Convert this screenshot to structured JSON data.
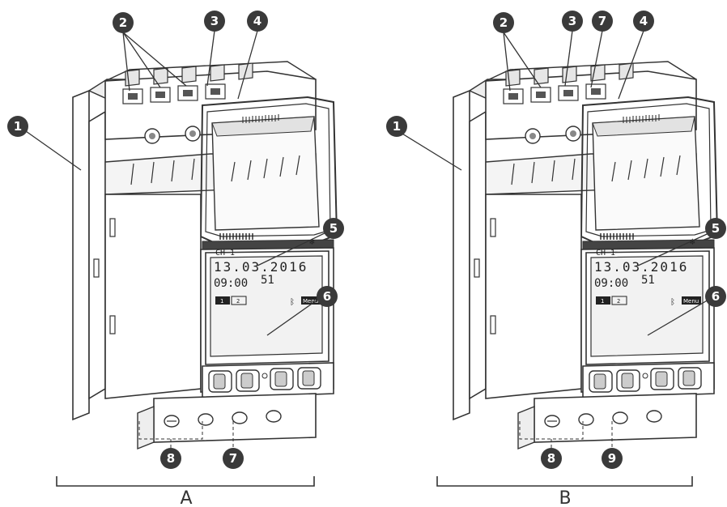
{
  "devices": [
    {
      "letter": "A",
      "callouts": [
        "1",
        "2",
        "3",
        "4",
        "5",
        "6",
        "8",
        "7"
      ],
      "display": {
        "channel": "CH 1",
        "date": "13.03.2016",
        "time": "09:00",
        "week": "51",
        "menu": "Menu",
        "prog1": "1",
        "prog2": "2"
      }
    },
    {
      "letter": "B",
      "callouts": [
        "1",
        "2",
        "3",
        "7",
        "4",
        "5",
        "6",
        "8",
        "9"
      ],
      "display": {
        "channel": "CH 1",
        "date": "13.03.2016",
        "time": "09:00",
        "week": "51",
        "menu": "Menu",
        "prog1": "1",
        "prog2": "2"
      }
    }
  ],
  "colors": {
    "outline": "#333333",
    "callout_fill": "#3a3a3a",
    "lcd_bg": "#f2f2f2",
    "body_fill": "#ffffff",
    "shade": "#d9d9d9"
  }
}
